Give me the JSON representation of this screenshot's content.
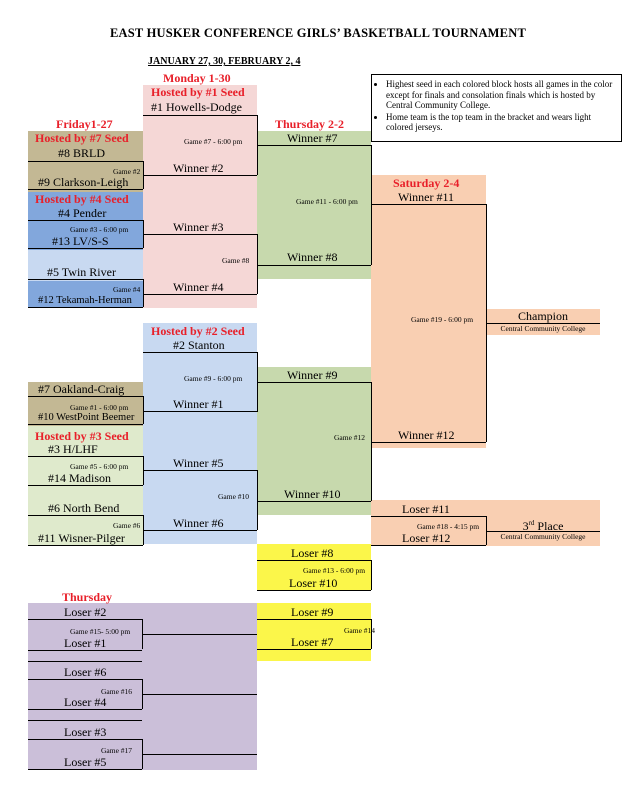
{
  "title": "EAST HUSKER CONFERENCE GIRLS’ BASKETBALL TOURNAMENT",
  "dates": "JANUARY 27, 30, FEBRUARY 2, 4",
  "colors": {
    "pink": "#f5d7d6",
    "olive": "#c3b894",
    "blue": "#82a7dc",
    "lightblue": "#c8d9f1",
    "green": "#c7d9ad",
    "lightgreen": "#dfeacc",
    "peach": "#f9cfb2",
    "yellow": "#fbf64a",
    "purple": "#cbbfd9",
    "red": "#e8202a"
  },
  "notes": [
    "Highest seed in each colored block hosts all games in the color except for finals and consolation finals which is hosted by Central Community College.",
    "Home team is the top team in the bracket and wears light colored jerseys."
  ],
  "headers": {
    "monday": "Monday 1-30",
    "friday": "Friday1-27",
    "thursday22": "Thursday 2-2",
    "saturday": "Saturday 2-4",
    "thursday": "Thursday",
    "host1": "Hosted by #1 Seed",
    "host7": "Hosted by #7 Seed",
    "host4": "Hosted by #4 Seed",
    "host2": "Hosted by #2 Seed",
    "host3": "Hosted by #3 Seed"
  },
  "teams": {
    "s1": "#1 Howells-Dodge",
    "s8": "#8 BRLD",
    "s9": "#9 Clarkson-Leigh",
    "s4": "#4 Pender",
    "s13": "#13 LV/S-S",
    "s5": "#5 Twin River",
    "s12": "#12 Tekamah-Herman",
    "s2": "#2 Stanton",
    "s7": "#7 Oakland-Craig",
    "s10": "#10 WestPoint Beemer",
    "s3": "#3 H/LHF",
    "s14": "#14 Madison",
    "s6": "#6 North Bend",
    "s11": "#11 Wisner-Pilger"
  },
  "winners": {
    "w1": "Winner #1",
    "w2": "Winner #2",
    "w3": "Winner #3",
    "w4": "Winner #4",
    "w5": "Winner #5",
    "w6": "Winner #6",
    "w7": "Winner #7",
    "w8": "Winner #8",
    "w9": "Winner #9",
    "w10": "Winner #10",
    "w11": "Winner #11",
    "w12": "Winner #12"
  },
  "losers": {
    "l1": "Loser #1",
    "l2": "Loser #2",
    "l3": "Loser #3",
    "l4": "Loser #4",
    "l5": "Loser #5",
    "l6": "Loser #6",
    "l7": "Loser #7",
    "l8": "Loser #8",
    "l9": "Loser #9",
    "l10": "Loser #10",
    "l11": "Loser #11",
    "l12": "Loser #12"
  },
  "games": {
    "g1": "Game #1 - 6:00 pm",
    "g2": "Game #2",
    "g3": "Game #3 - 6:00 pm",
    "g4": "Game #4",
    "g5": "Game #5 - 6:00 pm",
    "g6": "Game #6",
    "g7": "Game #7 - 6:00 pm",
    "g8": "Game #8",
    "g9": "Game #9 - 6:00 pm",
    "g10": "Game #10",
    "g11": "Game #11 - 6:00 pm",
    "g12": "Game #12",
    "g13": "Game #13 - 6:00 pm",
    "g14": "Game #14",
    "g15": "Game #15- 5:00 pm",
    "g16": "Game #16",
    "g17": "Game #17",
    "g18": "Game #18 - 4:15 pm",
    "g19": "Game #19 - 6:00 pm"
  },
  "finals": {
    "champion": "Champion",
    "third_num": "3",
    "third_sup": "rd",
    "third_rest": " Place",
    "venue1": "Central Community College",
    "venue2": "Central Community College"
  }
}
